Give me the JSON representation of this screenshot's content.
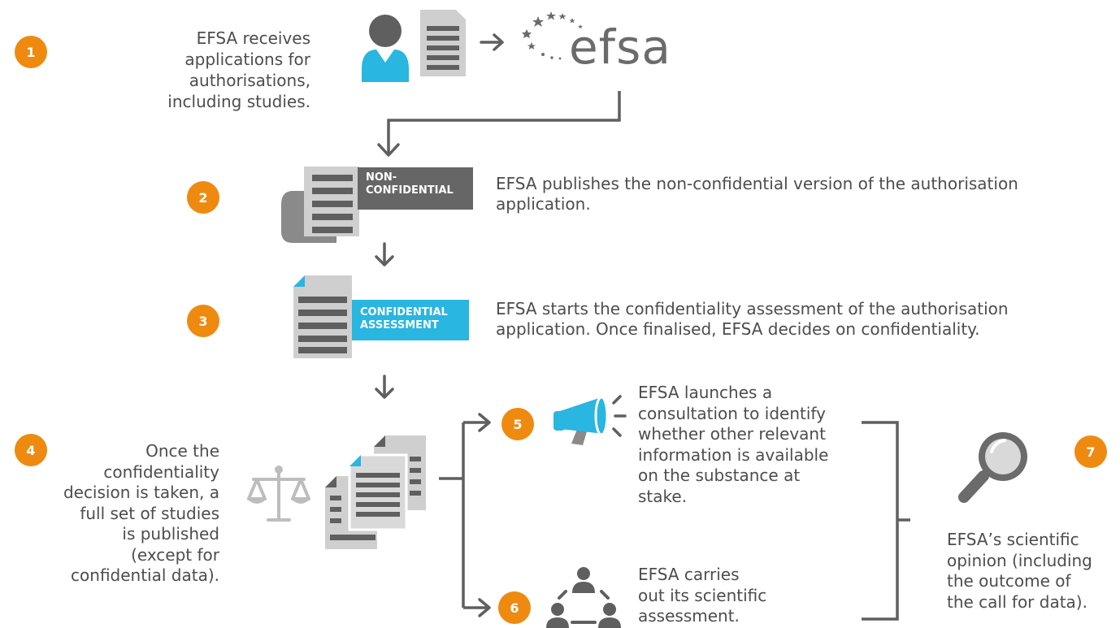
{
  "steps": [
    {
      "number": "1",
      "text_lines": [
        "EFSA receives",
        "applications for",
        "authorisations,",
        "including studies."
      ]
    },
    {
      "number": "2",
      "text_lines": [
        "EFSA publishes the non-confidential version of the authorisation",
        "application."
      ]
    },
    {
      "number": "3",
      "text_lines": [
        "EFSA starts the confidentiality assessment of the authorisation",
        "application. Once finalised, EFSA decides on confidentiality."
      ]
    },
    {
      "number": "4",
      "text_lines": [
        "Once the",
        "confidentiality",
        "decision is taken, a",
        "full set of studies",
        "is published",
        "(except for",
        "confidential data)."
      ]
    },
    {
      "number": "5",
      "text_lines": [
        "EFSA launches a",
        "consultation to identify",
        "whether other relevant",
        "information is available",
        "on the substance at",
        "stake."
      ]
    },
    {
      "number": "6",
      "text_lines": [
        "EFSA carries",
        "out its scientific",
        "assessment."
      ]
    },
    {
      "number": "7",
      "text_lines": [
        "EFSA’s scientific",
        "opinion (including",
        "the outcome of",
        "the call for data)."
      ]
    }
  ],
  "tags": {
    "non_confidential": [
      "NON-",
      "CONFIDENTIAL"
    ],
    "confidential_assessment": [
      "CONFIDENTIAL",
      "ASSESSMENT"
    ]
  },
  "logo": {
    "text": "efsa"
  },
  "colors": {
    "accent_orange": "#ef8a10",
    "accent_blue": "#29b6e0",
    "dark_gray": "#5f5f5f",
    "light_gray": "#cfcfcf"
  },
  "icons": [
    "person-icon",
    "document-icon",
    "arrow-right-icon",
    "efsa-logo",
    "scroll-document-icon",
    "document-icon",
    "balance-scale-icon",
    "documents-stack-icon",
    "megaphone-icon",
    "team-icon",
    "magnifier-icon"
  ]
}
